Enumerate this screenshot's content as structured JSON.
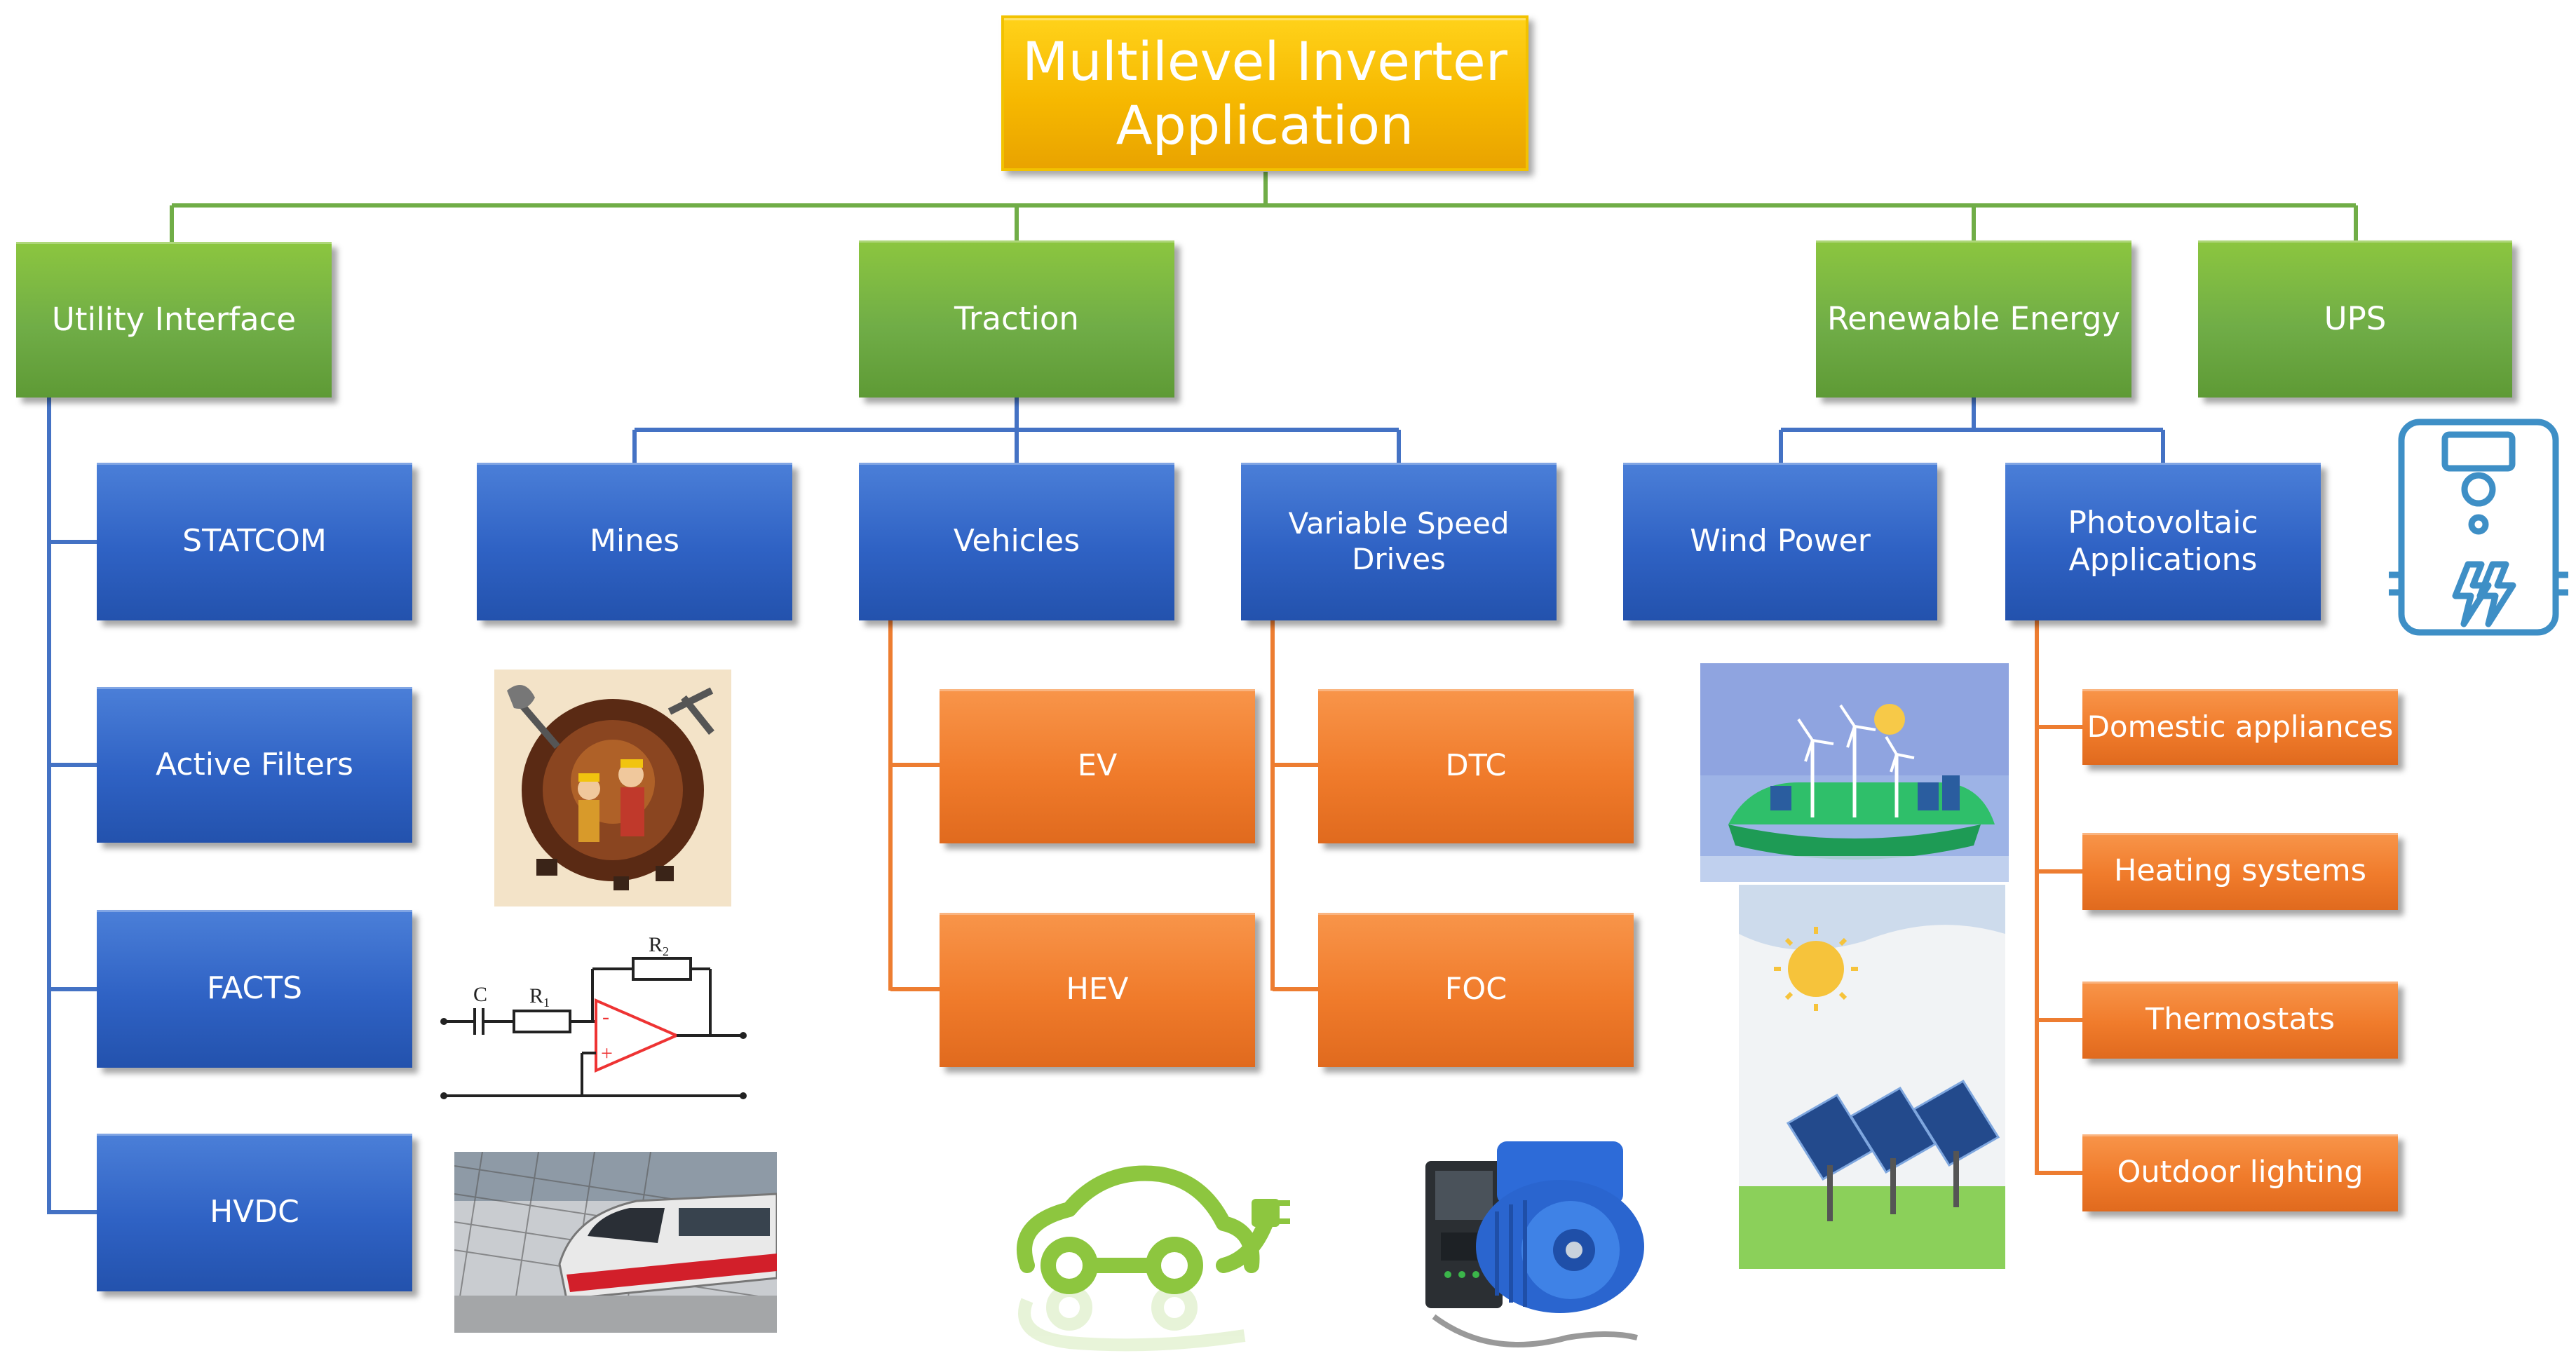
{
  "diagram": {
    "root": {
      "label_line1": "Multilevel Inverter",
      "label_line2": "Application"
    },
    "categories": {
      "utility": "Utility Interface",
      "traction": "Traction",
      "renewable": "Renewable Energy",
      "ups": "UPS"
    },
    "utility_items": [
      "STATCOM",
      "Active Filters",
      "FACTS",
      "HVDC"
    ],
    "traction_items": [
      "Mines",
      "Vehicles",
      "Variable Speed Drives"
    ],
    "vehicle_items": [
      "EV",
      "HEV"
    ],
    "drive_items": [
      "DTC",
      "FOC"
    ],
    "renewable_items": {
      "wind": "Wind Power",
      "pv_line1": "Photovoltaic",
      "pv_line2": "Applications"
    },
    "pv_items": [
      "Domestic appliances",
      "Heating systems",
      "Thermostats",
      "Outdoor lighting"
    ],
    "circuit_labels": {
      "capacitor": "C",
      "resistor1": "R",
      "resistor1_sub": "1",
      "resistor2": "R",
      "resistor2_sub": "2",
      "minus": "-",
      "plus": "+"
    }
  },
  "illustrations": [
    "miners-illustration",
    "opamp-circuit-illustration",
    "train-photo",
    "electric-car-icon",
    "motor-drive-illustration",
    "wind-farm-illustration",
    "solar-panels-illustration",
    "ups-device-icon"
  ],
  "colors": {
    "root": "#f6b800",
    "green": "#70ad47",
    "blue": "#2f62c4",
    "orange": "#f07b2b",
    "green_line": "#70ad47",
    "blue_line": "#4472c4",
    "orange_line": "#ed7d31"
  }
}
